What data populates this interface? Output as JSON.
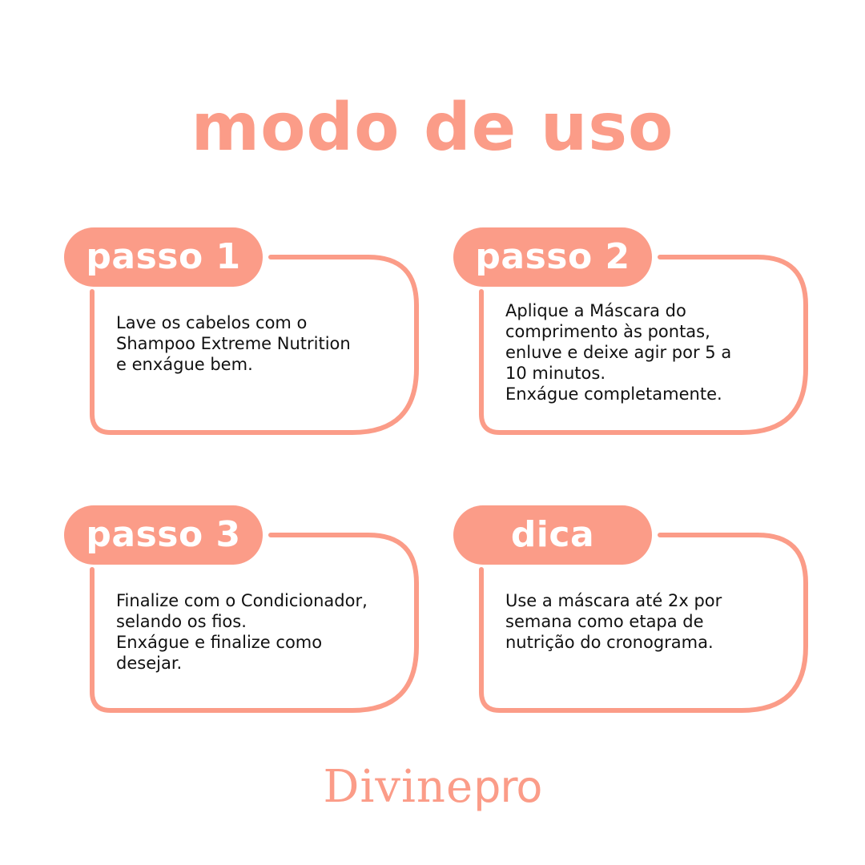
{
  "title": "modo de uso",
  "accent_color": "#fb9c88",
  "steps": [
    {
      "label": "passo 1",
      "text": "Lave os cabelos com o\nShampoo Extreme Nutrition\ne enxágue bem."
    },
    {
      "label": "passo 2",
      "text": "Aplique a Máscara do\ncomprimento às pontas,\nenluve e deixe agir por 5 a\n10 minutos.\nEnxágue completamente."
    },
    {
      "label": "passo 3",
      "text": "Finalize com o Condicionador,\nselando os fios.\nEnxágue e finalize como\ndesejar."
    },
    {
      "label": "dica",
      "text": "Use a máscara até 2x por\nsemana como etapa de\nnutrição do cronograma."
    }
  ],
  "brand": {
    "part1": "Divine",
    "part2": "pro"
  }
}
